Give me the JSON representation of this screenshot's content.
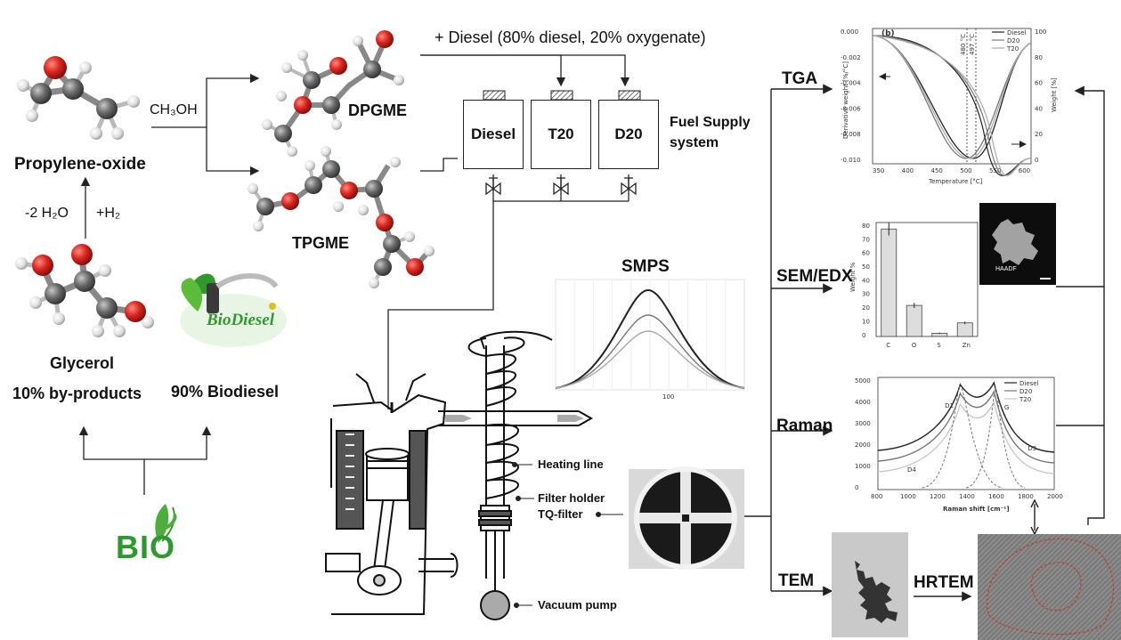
{
  "molecules": {
    "propylene_oxide": "Propylene-oxide",
    "glycerol": "Glycerol",
    "dpgme": "DPGME",
    "tpgme": "TPGME"
  },
  "reagents": {
    "methanol": "CH₃OH",
    "dehydration": "-2 H₂O",
    "hydrogen": "+H₂",
    "diesel_blend": "+ Diesel (80% diesel, 20% oxygenate)"
  },
  "biodiesel": {
    "byproducts": "10% by-products",
    "biodiesel": "90% Biodiesel",
    "logo_text": "BioDiesel",
    "bio_logo": "BIO"
  },
  "fuel_supply": {
    "label": "Fuel Supply system",
    "tanks": [
      "Diesel",
      "T20",
      "D20"
    ]
  },
  "sampling": {
    "smps": "SMPS",
    "heating_line": "Heating line",
    "filter_holder": "Filter holder",
    "tq_filter": "TQ-filter",
    "vacuum_pump": "Vacuum pump"
  },
  "analysis": {
    "tga": "TGA",
    "sem_edx": "SEM/EDX",
    "raman": "Raman",
    "tem": "TEM",
    "hrtem": "HRTEM"
  },
  "tga_plot": {
    "panel_label": "(b)",
    "ylabel_left": "Derivative weight [%/°C]",
    "ylabel_right": "Weight [%]",
    "xlabel": "Temperature [°C]",
    "annot1": "480 °C",
    "annot2": "497 °C",
    "legend": [
      "Diesel",
      "D20",
      "T20"
    ],
    "xticks": [
      "350",
      "400",
      "450",
      "500",
      "550",
      "600"
    ],
    "yticks_left": [
      "0.000",
      "-0.002",
      "-0.004",
      "-0.006",
      "-0.008",
      "-0.010"
    ],
    "yticks_right": [
      "100",
      "80",
      "60",
      "40",
      "20",
      "0"
    ]
  },
  "sem_plot": {
    "ylabel": "Weight %",
    "inset_label": "HAADF",
    "categories": [
      "C",
      "O",
      "S",
      "Zn"
    ],
    "values": [
      83,
      24,
      2.5,
      10.5
    ],
    "errors": [
      5,
      2,
      0.5,
      1
    ],
    "yticks": [
      "80",
      "70",
      "60",
      "50",
      "40",
      "30",
      "20",
      "10",
      "0"
    ]
  },
  "raman_plot": {
    "xlabel": "Raman shift [cm⁻¹]",
    "legend": [
      "Diesel",
      "D20",
      "T20"
    ],
    "bands": [
      "D1",
      "G",
      "D3",
      "D4"
    ],
    "xticks": [
      "800",
      "1000",
      "1200",
      "1400",
      "1600",
      "1800",
      "2000"
    ],
    "yticks": [
      "5000",
      "4000",
      "3000",
      "2000",
      "1000",
      "0"
    ]
  },
  "smps_plot": {
    "xtick": "100"
  },
  "colors": {
    "line": "#222222",
    "grey1": "#777777",
    "grey2": "#aaaaaa",
    "oxygen": "#d8261f",
    "carbon": "#6b6b6b",
    "hydrogen": "#e8e8e8",
    "bio_green": "#2e9a2e"
  }
}
